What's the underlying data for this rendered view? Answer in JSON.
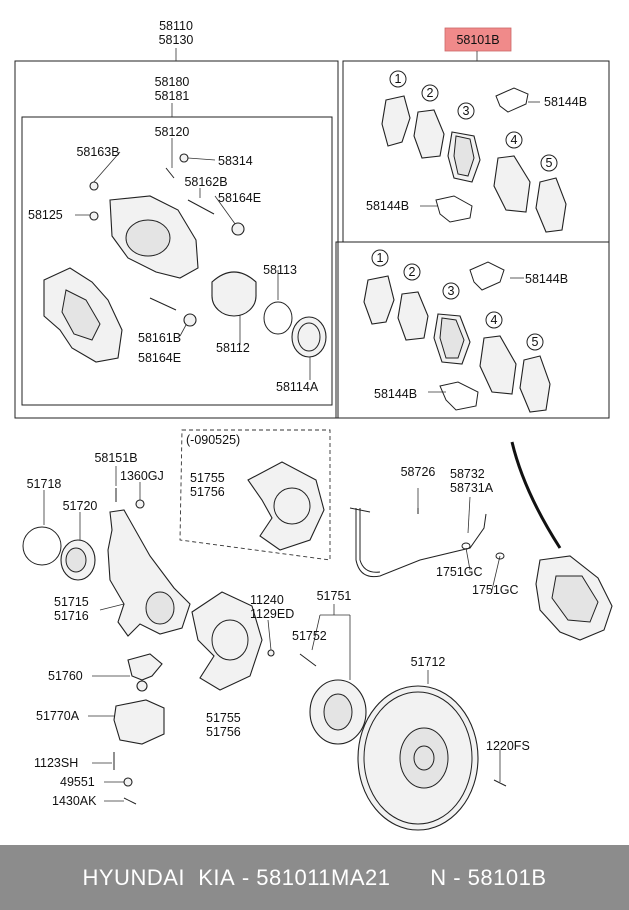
{
  "labels": {
    "caliper_assy": "58110\n58130",
    "pad_kit": "58101B",
    "caliper_body": "58180\n58181",
    "bracket": "58120",
    "bleeder": "58163B",
    "cap": "58314",
    "guide_pin_a": "58162B",
    "boot_a": "58164E",
    "pin_boot": "58125",
    "seal": "58113",
    "guide_pin_b": "58161B",
    "boot_b": "58164E",
    "piston": "58112",
    "piston_boot": "58114A",
    "top_clip1": "58144B",
    "top_clip2": "58144B",
    "bot_clip1": "58144B",
    "bot_clip2": "58144B",
    "n1": "1",
    "n2": "2",
    "n3": "3",
    "n4": "4",
    "n5": "5",
    "bolt_a": "58151B",
    "nut_a": "1360GJ",
    "snap_ring": "51718",
    "bearing": "51720",
    "knuckle": "51715\n51716",
    "shield_old_date": "(-090525)",
    "shield_old": "51755\n51756",
    "bracket_bolt": "58726",
    "hose": "58732\n58731A",
    "gasket1": "1751GC",
    "gasket2": "1751GC",
    "screw": "11240\n1129ED",
    "hub_bolt": "51751",
    "stud": "51752",
    "ball_joint": "51760",
    "disc": "51712",
    "lower_arm": "51770A",
    "shield_new": "51755\n51756",
    "disc_screw": "1220FS",
    "bolt_b": "1123SH",
    "nut_b": "49551",
    "pin": "1430AK"
  },
  "footer": {
    "brand": "HYUNDAI  KIA",
    "sep1": " - ",
    "part_number": "581011MA21",
    "n_label": "      N - ",
    "ref": "58101B"
  },
  "colors": {
    "highlight": "#f08a8a",
    "footer_bg": "#8c8c8c"
  }
}
